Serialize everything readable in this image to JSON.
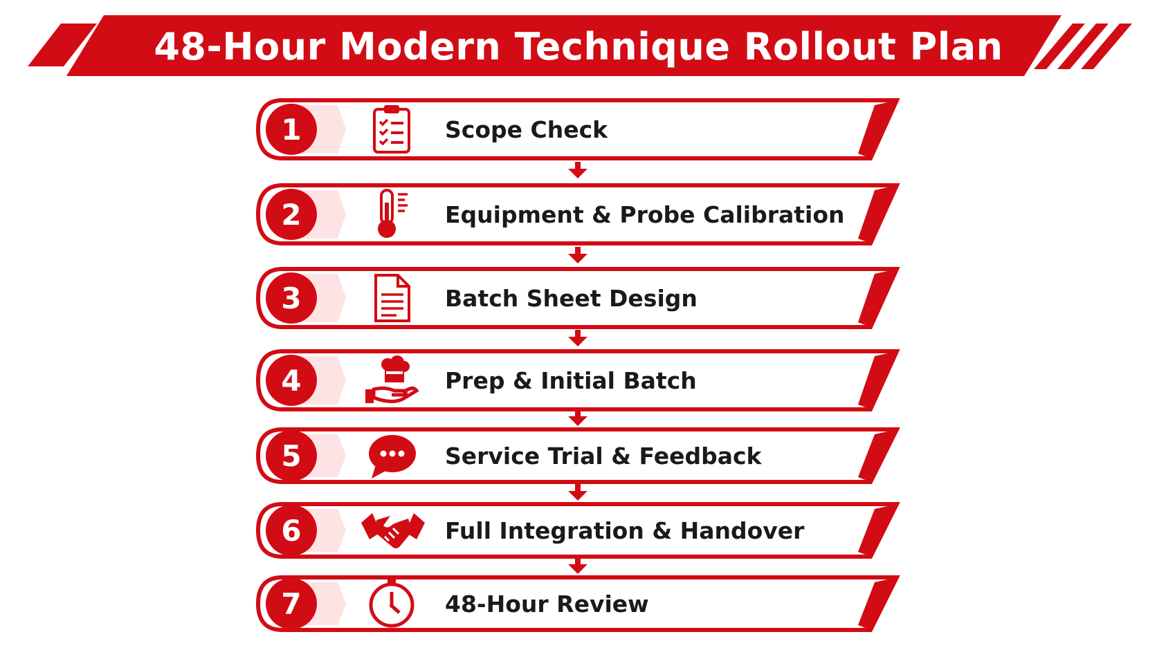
{
  "title": "48-Hour Modern Technique Rollout Plan",
  "colors": {
    "accent": "#d20c14",
    "text": "#1a1a1a",
    "background": "#ffffff"
  },
  "steps": [
    {
      "number": "1",
      "label": "Scope Check",
      "icon": "clipboard-checklist-icon"
    },
    {
      "number": "2",
      "label": "Equipment & Probe Calibration",
      "icon": "thermometer-icon"
    },
    {
      "number": "3",
      "label": "Batch Sheet Design",
      "icon": "document-icon"
    },
    {
      "number": "4",
      "label": "Prep & Initial Batch",
      "icon": "chef-hat-hand-icon"
    },
    {
      "number": "5",
      "label": "Service Trial & Feedback",
      "icon": "speech-bubble-icon"
    },
    {
      "number": "6",
      "label": "Full Integration & Handover",
      "icon": "handshake-icon"
    },
    {
      "number": "7",
      "label": "48-Hour Review",
      "icon": "clock-icon"
    }
  ]
}
